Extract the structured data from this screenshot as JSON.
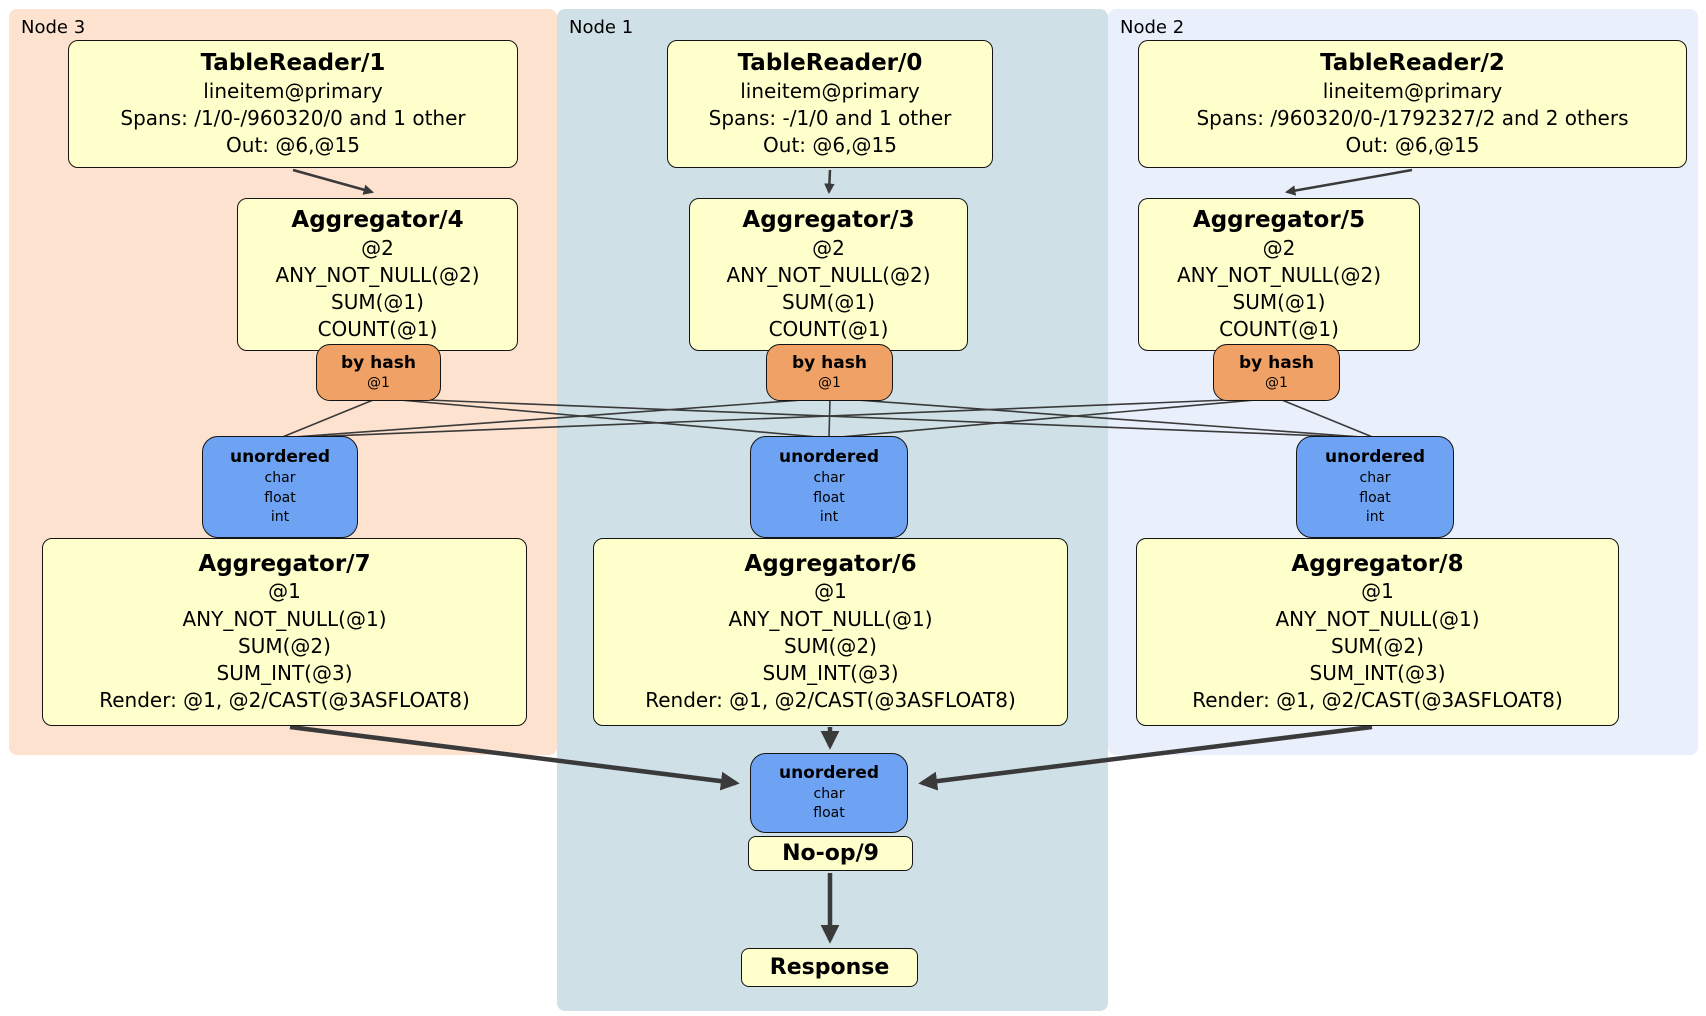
{
  "diagram": {
    "regions": [
      {
        "id": "node3",
        "label": "Node 3"
      },
      {
        "id": "node1",
        "label": "Node 1"
      },
      {
        "id": "node2",
        "label": "Node 2"
      }
    ],
    "processors": {
      "tr1": {
        "title": "TableReader/1",
        "lines": [
          "lineitem@primary",
          "Spans: /1/0-/960320/0 and 1 other",
          "Out: @6,@15"
        ]
      },
      "tr0": {
        "title": "TableReader/0",
        "lines": [
          "lineitem@primary",
          "Spans: -/1/0 and 1 other",
          "Out: @6,@15"
        ]
      },
      "tr2": {
        "title": "TableReader/2",
        "lines": [
          "lineitem@primary",
          "Spans: /960320/0-/1792327/2 and 2 others",
          "Out: @6,@15"
        ]
      },
      "agg4": {
        "title": "Aggregator/4",
        "lines": [
          "@2",
          "ANY_NOT_NULL(@2)",
          "SUM(@1)",
          "COUNT(@1)"
        ]
      },
      "agg3": {
        "title": "Aggregator/3",
        "lines": [
          "@2",
          "ANY_NOT_NULL(@2)",
          "SUM(@1)",
          "COUNT(@1)"
        ]
      },
      "agg5": {
        "title": "Aggregator/5",
        "lines": [
          "@2",
          "ANY_NOT_NULL(@2)",
          "SUM(@1)",
          "COUNT(@1)"
        ]
      },
      "agg7": {
        "title": "Aggregator/7",
        "lines": [
          "@1",
          "ANY_NOT_NULL(@1)",
          "SUM(@2)",
          "SUM_INT(@3)",
          "Render: @1, @2/CAST(@3ASFLOAT8)"
        ]
      },
      "agg6": {
        "title": "Aggregator/6",
        "lines": [
          "@1",
          "ANY_NOT_NULL(@1)",
          "SUM(@2)",
          "SUM_INT(@3)",
          "Render: @1, @2/CAST(@3ASFLOAT8)"
        ]
      },
      "agg8": {
        "title": "Aggregator/8",
        "lines": [
          "@1",
          "ANY_NOT_NULL(@1)",
          "SUM(@2)",
          "SUM_INT(@3)",
          "Render: @1, @2/CAST(@3ASFLOAT8)"
        ]
      },
      "noop": {
        "title": "No-op/9"
      },
      "response": {
        "title": "Response"
      }
    },
    "routers": {
      "hash3": {
        "label": "by hash",
        "detail": "@1"
      },
      "hash1": {
        "label": "by hash",
        "detail": "@1"
      },
      "hash2": {
        "label": "by hash",
        "detail": "@1"
      }
    },
    "syncs": {
      "un3": {
        "label": "unordered",
        "columns": [
          "char",
          "float",
          "int"
        ]
      },
      "un1": {
        "label": "unordered",
        "columns": [
          "char",
          "float",
          "int"
        ]
      },
      "un2": {
        "label": "unordered",
        "columns": [
          "char",
          "float",
          "int"
        ]
      },
      "unFinal": {
        "label": "unordered",
        "columns": [
          "char",
          "float"
        ]
      }
    },
    "colors": {
      "node3_region_bg": "#fde2cf",
      "node1_region_bg": "#cfe0e6",
      "node2_region_bg": "#e9f0fb",
      "processor_bg": "#ffffcc",
      "router_bg": "#f0a266",
      "sync_bg": "#6ea3f3",
      "node_border": "#141414",
      "edge": "#3a3a3a"
    }
  }
}
